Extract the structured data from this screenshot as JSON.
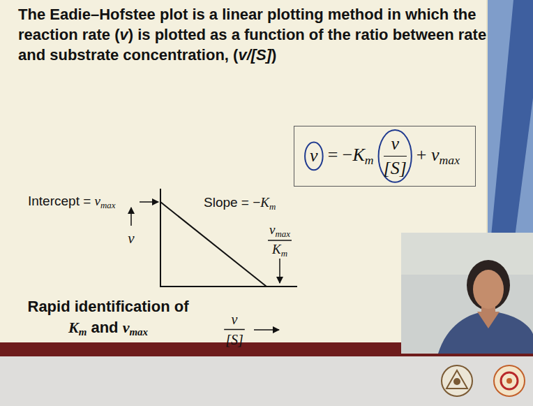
{
  "diagram": {
    "title": "The Eadie–Hofstee plot is a linear plotting method in which the reaction rate (v) is plotted as a function of the ratio between rate and substrate concentration, (v/[S])",
    "nodes": [
      {
        "text": [
          "v",
          "= −Km",
          "v",
          "[S]",
          "+ vmax"
        ]
      }
    ],
    "labels": [
      "Intercept = vmax",
      "Slope = −Km",
      "vmax",
      "Km",
      "v",
      "v",
      "[S]",
      "Rapid identification of Km and vmax"
    ]
  }
}
